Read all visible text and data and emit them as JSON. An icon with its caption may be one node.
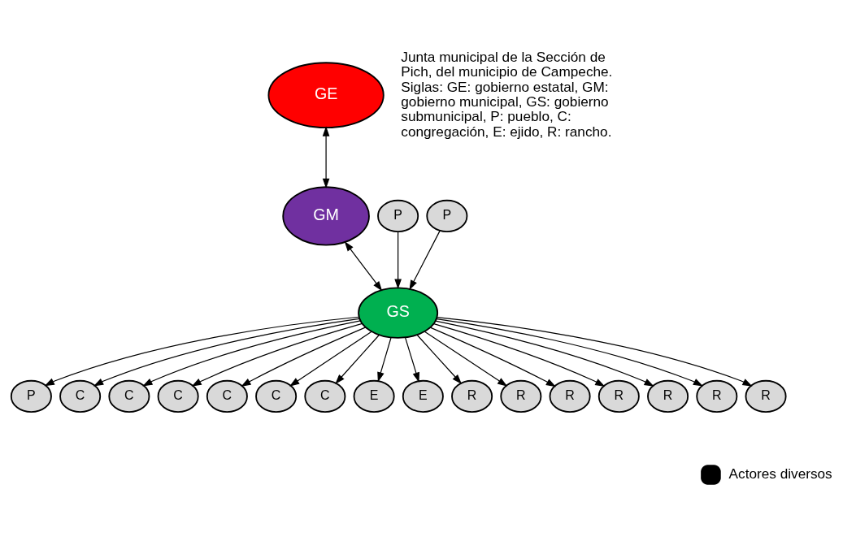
{
  "diagram": {
    "nodes": [
      {
        "text": [
          "GE"
        ]
      },
      {
        "text": [
          "GM"
        ]
      },
      {
        "text": [
          "GS"
        ]
      },
      {
        "text": [
          "P"
        ]
      },
      {
        "text": [
          "P"
        ]
      },
      {
        "text": [
          "P"
        ]
      },
      {
        "text": [
          "C"
        ]
      },
      {
        "text": [
          "C"
        ]
      },
      {
        "text": [
          "C"
        ]
      },
      {
        "text": [
          "C"
        ]
      },
      {
        "text": [
          "C"
        ]
      },
      {
        "text": [
          "C"
        ]
      },
      {
        "text": [
          "E"
        ]
      },
      {
        "text": [
          "E"
        ]
      },
      {
        "text": [
          "R"
        ]
      },
      {
        "text": [
          "R"
        ]
      },
      {
        "text": [
          "R"
        ]
      },
      {
        "text": [
          "R"
        ]
      },
      {
        "text": [
          "R"
        ]
      },
      {
        "text": [
          "R"
        ]
      },
      {
        "text": [
          "R"
        ]
      }
    ],
    "edges": [
      {
        "from": 0,
        "to": 1,
        "arrow": "both"
      },
      {
        "from": 1,
        "to": 2,
        "arrow": "both"
      },
      {
        "from": 3,
        "to": 2,
        "arrow": "to"
      },
      {
        "from": 4,
        "to": 2,
        "arrow": "to"
      },
      {
        "from": 2,
        "to": 5,
        "arrow": "to"
      },
      {
        "from": 2,
        "to": 6,
        "arrow": "to"
      },
      {
        "from": 2,
        "to": 7,
        "arrow": "to"
      },
      {
        "from": 2,
        "to": 8,
        "arrow": "to"
      },
      {
        "from": 2,
        "to": 9,
        "arrow": "to"
      },
      {
        "from": 2,
        "to": 10,
        "arrow": "to"
      },
      {
        "from": 2,
        "to": 11,
        "arrow": "to"
      },
      {
        "from": 2,
        "to": 12,
        "arrow": "to"
      },
      {
        "from": 2,
        "to": 13,
        "arrow": "to"
      },
      {
        "from": 2,
        "to": 14,
        "arrow": "to"
      },
      {
        "from": 2,
        "to": 15,
        "arrow": "to"
      },
      {
        "from": 2,
        "to": 16,
        "arrow": "to"
      },
      {
        "from": 2,
        "to": 17,
        "arrow": "to"
      },
      {
        "from": 2,
        "to": 18,
        "arrow": "to"
      },
      {
        "from": 2,
        "to": 19,
        "arrow": "to"
      },
      {
        "from": 2,
        "to": 20,
        "arrow": "to"
      }
    ],
    "labels": [
      "Junta municipal de la Sección de Pich, del municipio de Campeche. Siglas: GE: gobierno estatal, GM: gobierno municipal, GS: gobierno submunicipal, P: pueblo, C: congregación, E: ejido, R: rancho."
    ],
    "legend": [
      {
        "text": "Actores diversos",
        "color": "#000000"
      }
    ]
  }
}
